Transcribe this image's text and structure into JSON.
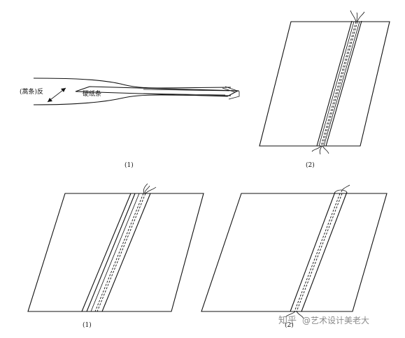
{
  "figures": {
    "top_left": {
      "label_left": "(蒿条)反",
      "label_board": "硬纸条",
      "caption": "(1)"
    },
    "top_right": {
      "caption": "(2)"
    },
    "bottom_left": {
      "caption": "(1)"
    },
    "bottom_right": {
      "caption": "(2)"
    }
  },
  "watermark": {
    "brand": "知乎",
    "author": "@艺术设计美老大"
  }
}
